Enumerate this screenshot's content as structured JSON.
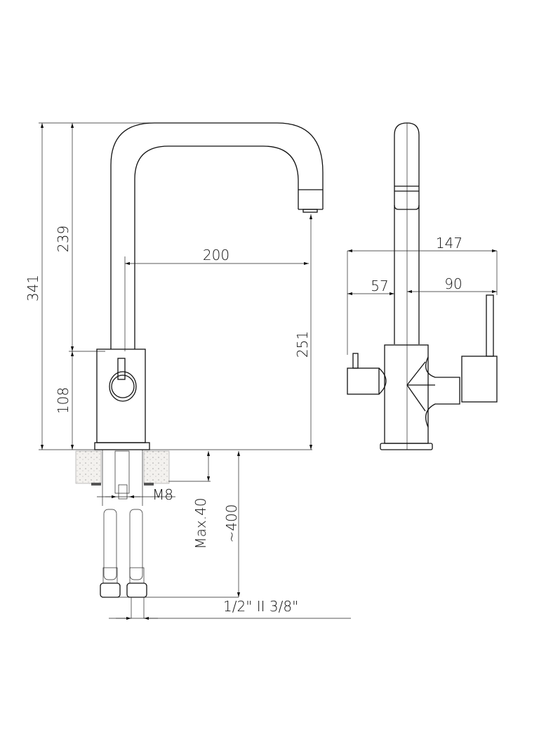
{
  "drawing": {
    "front_view": {
      "dim_total_height": "341",
      "dim_spout_height": "239",
      "dim_body_height": "108",
      "dim_spout_reach": "200",
      "dim_outlet_height": "251",
      "dim_thread": "M8",
      "dim_max_counter": "Max.40",
      "dim_hose_length": "~400",
      "dim_connections": "1/2\" II 3/8\""
    },
    "side_view": {
      "dim_total_width": "147",
      "dim_left": "57",
      "dim_right": "90"
    }
  }
}
